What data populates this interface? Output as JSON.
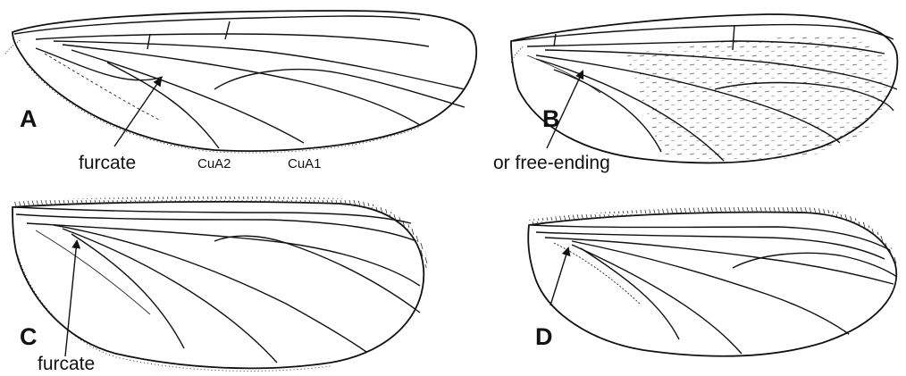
{
  "panels": {
    "a": {
      "letter": "A",
      "callout": "furcate",
      "vein_label_1": "CuA2",
      "vein_label_2": "CuA1"
    },
    "b": {
      "letter": "B",
      "callout": "or free-ending"
    },
    "c": {
      "letter": "C",
      "callout": "furcate"
    },
    "d": {
      "letter": "D"
    }
  },
  "colors": {
    "ink": "#111111",
    "background": "#ffffff"
  }
}
